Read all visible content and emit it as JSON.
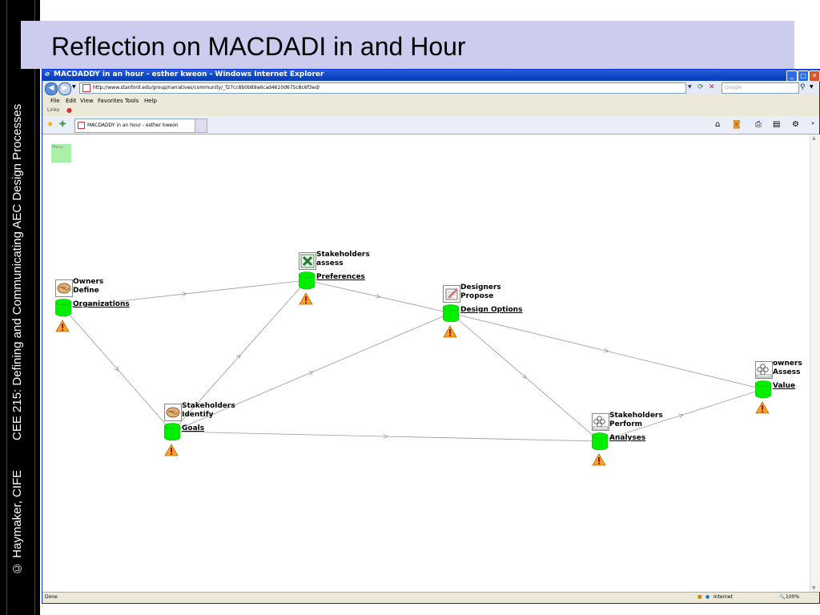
{
  "slide": {
    "title": "Reflection on MACDADI in and Hour",
    "side_text_course": "CEE 215: Defining and Communicating AEC Design Processes",
    "side_text_credit": "© Haymaker, CIFE"
  },
  "browser": {
    "window_title": "MACDADDY in an hour - esther kweon - Windows Internet Explorer",
    "url": "http://www.stanford.edu/group/narratives/community/_f27cc8b0b89a6cad4610d675c8c6f3ed/",
    "search_placeholder": "Google",
    "menu": [
      "File",
      "Edit",
      "View",
      "Favorites",
      "Tools",
      "Help"
    ],
    "links_label": "Links",
    "tab_title": "MACDADDY in an hour - esther kweon",
    "status_left": "Done",
    "status_zone": "Internet",
    "zoom": "100%"
  },
  "page": {
    "menu_label": "Menu"
  },
  "diagram": {
    "nodes": [
      {
        "id": "organizations",
        "icon": "brain-icon",
        "line1": "Owners",
        "line2": "Define",
        "link": "Organizations"
      },
      {
        "id": "preferences",
        "icon": "spreadsheet-icon",
        "line1": "Stakeholders",
        "line2": "assess",
        "link": "Preferences"
      },
      {
        "id": "design-options",
        "icon": "notepad-pencil-icon",
        "line1": "Designers",
        "line2": "Propose",
        "link": "Design Options"
      },
      {
        "id": "value",
        "icon": "macdadi-network-icon",
        "line1": "owners",
        "line2": "Assess",
        "link": "Value"
      },
      {
        "id": "goals",
        "icon": "brain-icon",
        "line1": "Stakeholders",
        "line2": "Identify",
        "link": "Goals"
      },
      {
        "id": "analyses",
        "icon": "macdadi-network-icon",
        "line1": "Stakeholders",
        "line2": "Perform",
        "link": "Analyses"
      }
    ],
    "edges": [
      [
        "organizations",
        "preferences"
      ],
      [
        "organizations",
        "goals"
      ],
      [
        "preferences",
        "design-options"
      ],
      [
        "goals",
        "preferences"
      ],
      [
        "goals",
        "design-options"
      ],
      [
        "goals",
        "analyses"
      ],
      [
        "design-options",
        "analyses"
      ],
      [
        "design-options",
        "value"
      ],
      [
        "analyses",
        "value"
      ]
    ],
    "colors": {
      "cylinder": "#00ee00",
      "edge": "#999999",
      "warning": "#f5a623"
    }
  }
}
